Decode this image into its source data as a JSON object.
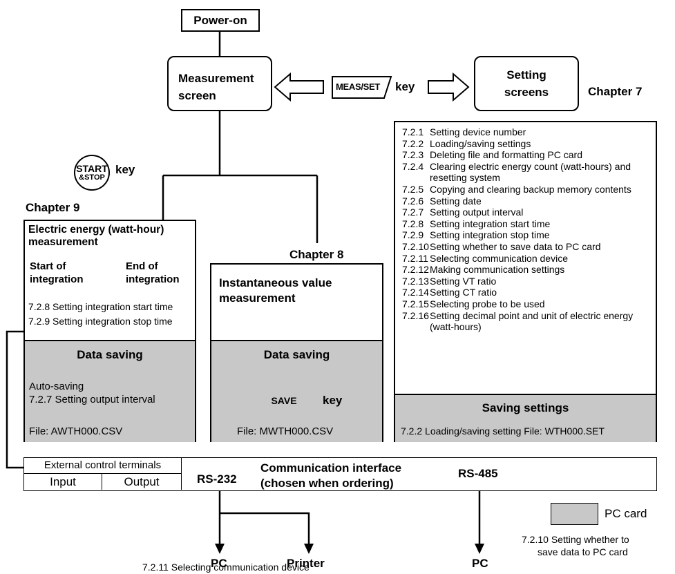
{
  "power_on": "Power-on",
  "measurement_screen": {
    "line1": "Measurement",
    "line2": "screen"
  },
  "setting_screens": {
    "line1": "Setting",
    "line2": "screens"
  },
  "meas_set_key": {
    "label": "MEAS/SET",
    "suffix": "key"
  },
  "chapter7": "Chapter 7",
  "chapter8": "Chapter 8",
  "chapter9": "Chapter 9",
  "start_stop_key": {
    "line1": "START",
    "line2": "&STOP",
    "suffix": "key"
  },
  "watt_hour_box": {
    "title_line1": "Electric energy (watt-hour)",
    "title_line2": "measurement",
    "start_line1": "Start of",
    "start_line2": "integration",
    "end_line1": "End of",
    "end_line2": "integration",
    "ref1": "7.2.8 Setting integration start time",
    "ref2": "7.2.9 Setting integration stop time",
    "data_saving": "Data saving",
    "auto_saving": "Auto-saving",
    "output_interval": "7.2.7 Setting output interval",
    "file": "File: AWTH000.CSV"
  },
  "instantaneous_box": {
    "title_line1": "Instantaneous value",
    "title_line2": "measurement",
    "data_saving": "Data saving",
    "save_key": "SAVE",
    "key_suffix": "key",
    "file": "File: MWTH000.CSV"
  },
  "settings_list": [
    {
      "num": "7.2.1",
      "text": "Setting device number"
    },
    {
      "num": "7.2.2",
      "text": "Loading/saving settings"
    },
    {
      "num": "7.2.3",
      "text": "Deleting file and formatting PC card"
    },
    {
      "num": "7.2.4",
      "text": "Clearing electric energy count (watt-hours) and resetting system"
    },
    {
      "num": "7.2.5",
      "text": "Copying and clearing backup memory contents"
    },
    {
      "num": "7.2.6",
      "text": "Setting date"
    },
    {
      "num": "7.2.7",
      "text": "Setting output interval"
    },
    {
      "num": "7.2.8",
      "text": "Setting integration start time"
    },
    {
      "num": "7.2.9",
      "text": "Setting integration stop time"
    },
    {
      "num": "7.2.10",
      "text": "Setting whether to save data to PC card"
    },
    {
      "num": "7.2.11",
      "text": "Selecting communication device"
    },
    {
      "num": "7.2.12",
      "text": "Making communication settings"
    },
    {
      "num": "7.2.13",
      "text": "Setting VT ratio"
    },
    {
      "num": "7.2.14",
      "text": "Setting CT ratio"
    },
    {
      "num": "7.2.15",
      "text": "Selecting probe to be used"
    },
    {
      "num": "7.2.16",
      "text": "Setting decimal point and unit of electric energy (watt-hours)"
    }
  ],
  "saving_settings": {
    "title": "Saving settings",
    "ref": "7.2.2 Loading/saving setting File: WTH000.SET"
  },
  "external_control": {
    "title": "External control terminals",
    "input": "Input",
    "output": "Output"
  },
  "comm_interface": {
    "line1": "Communication interface",
    "line2": "(chosen when ordering)"
  },
  "rs232": "RS-232",
  "rs485": "RS-485",
  "pc_left": "PC",
  "printer": "Printer",
  "pc_right": "PC",
  "comm_device_ref": "7.2.11 Selecting communication device",
  "legend": {
    "label": "PC card",
    "note_line1": "7.2.10 Setting whether to",
    "note_line2": "save data to PC card",
    "fill_color": "#c8c8c8"
  }
}
